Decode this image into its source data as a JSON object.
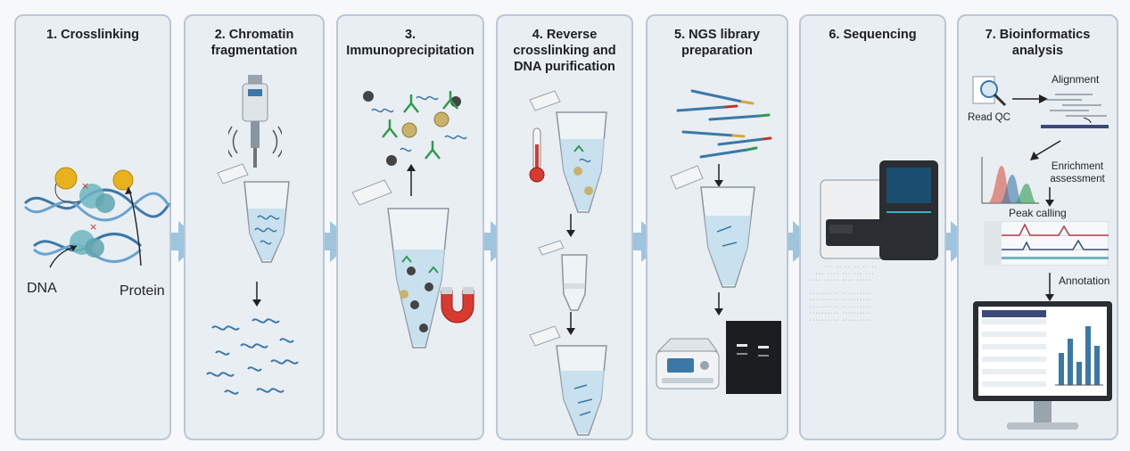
{
  "steps": [
    {
      "title": "1. Crosslinking"
    },
    {
      "title": "2. Chromatin fragmentation"
    },
    {
      "title": "3. Immunoprecipitation"
    },
    {
      "title": "4. Reverse crosslinking and DNA purification"
    },
    {
      "title": "5. NGS library preparation"
    },
    {
      "title": "6. Sequencing"
    },
    {
      "title": "7. Bioinformatics analysis"
    }
  ],
  "labels": {
    "dna": "DNA",
    "protein": "Protein",
    "read_qc": "Read QC",
    "alignment": "Alignment",
    "enrichment": "Enrichment assessment",
    "peak_calling": "Peak calling",
    "annotation": "Annotation"
  },
  "colors": {
    "panel_bg": "#e9eef3",
    "panel_border": "#b9c8d6",
    "flow_arrow": "#9fc4dd",
    "dna_blue": "#3b78a8",
    "protein_yellow": "#e8b21f",
    "complex_teal": "#6fb6bf",
    "magnet_red": "#d93a2f"
  },
  "icons": [
    "sonicator-icon",
    "tube-icon",
    "magnet-icon",
    "thermometer-icon",
    "spin-column-icon",
    "thermocycler-icon",
    "gel-icon",
    "sequencer-icon",
    "magnifier-icon",
    "monitor-icon"
  ]
}
